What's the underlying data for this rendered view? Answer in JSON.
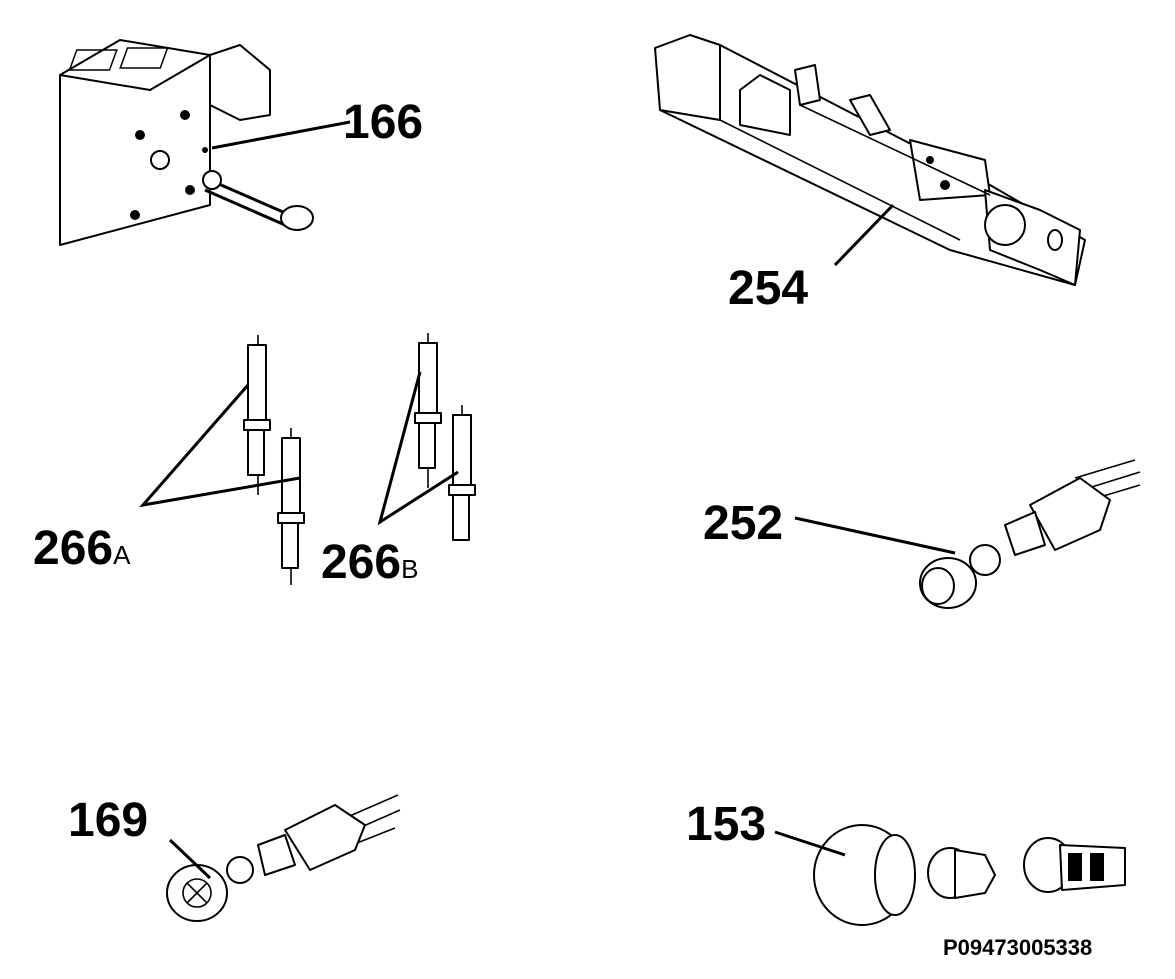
{
  "labels": {
    "l166": "166",
    "l254": "254",
    "l266a_num": "266",
    "l266a_sub": "A",
    "l266b_num": "266",
    "l266b_sub": "B",
    "l252": "252",
    "l169": "169",
    "l153": "153"
  },
  "reference": "P09473005338"
}
